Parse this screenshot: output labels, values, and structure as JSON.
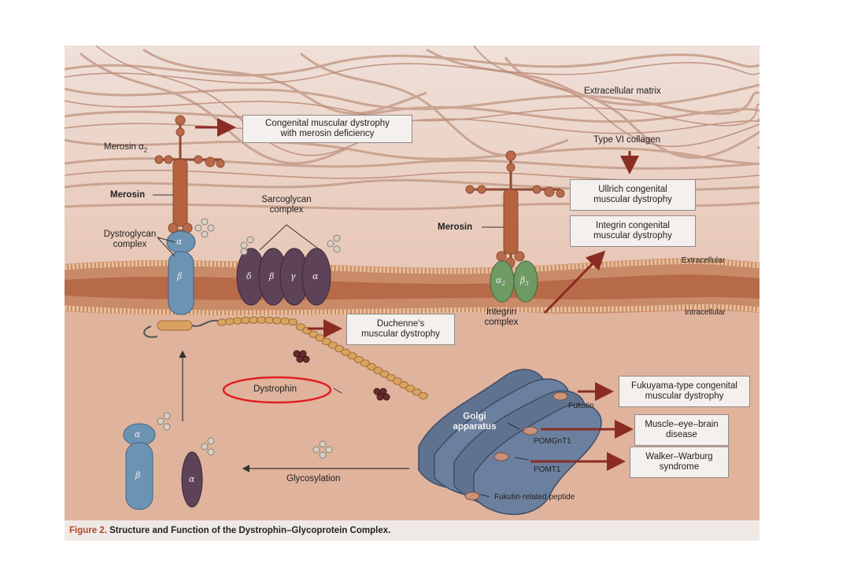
{
  "labels": {
    "extracellular_matrix": "Extracellular matrix",
    "merosin_alpha2": "Merosin α",
    "merosin_alpha2_sub": "2",
    "merosin_left": "Merosin",
    "merosin_right": "Merosin",
    "sarcoglycan": "Sarcoglycan",
    "sarcoglycan_2": "complex",
    "dystroglycan": "Dystroglycan",
    "dystroglycan_2": "complex",
    "type6_collagen": "Type VI collagen",
    "extracellular": "Extracellular",
    "intracellular": "Intracellular",
    "integrin": "Integrin",
    "integrin_2": "complex",
    "dystrophin": "Dystrophin",
    "golgi": "Golgi",
    "golgi_2": "apparatus",
    "glycosylation": "Glycosylation",
    "fukutin": "Fukutin",
    "pomgnt1": "POMGnT1",
    "pomt1": "POMT1",
    "fukutin_related": "Fukutin-related peptide"
  },
  "greek": {
    "alpha": "α",
    "beta": "β",
    "delta": "δ",
    "gamma": "γ",
    "alpha2": "α",
    "alpha2_sub": "2",
    "beta3": "β",
    "beta3_sub": "3"
  },
  "boxes": {
    "cmd_merosin_1": "Congenital muscular dystrophy",
    "cmd_merosin_2": "with merosin deficiency",
    "ullrich_1": "Ullrich congenital",
    "ullrich_2": "muscular dystrophy",
    "integrin_cmd_1": "Integrin congenital",
    "integrin_cmd_2": "muscular dystrophy",
    "duchenne_1": "Duchenne's",
    "duchenne_2": "muscular dystrophy",
    "fukuyama_1": "Fukuyama-type congenital",
    "fukuyama_2": "muscular dystrophy",
    "meb_1": "Muscle–eye–brain",
    "meb_2": "disease",
    "ww_1": "Walker–Warburg",
    "ww_2": "syndrome"
  },
  "caption": {
    "figure": "Figure 2.",
    "title": "Structure and Function of the Dystrophin–Glycoprotein Complex."
  },
  "colors": {
    "ecm_fiber": "#c9a592",
    "membrane": "#c07a58",
    "cytoplasm": "#e4b7a2",
    "dystroglycan": "#6d93b3",
    "sarcoglycan": "#5e4358",
    "integrin": "#6f9a64",
    "dystrophin": "#d9a25f",
    "golgi": "#5f7391",
    "arrow": "#8b2c22",
    "highlight": "#e02020"
  }
}
